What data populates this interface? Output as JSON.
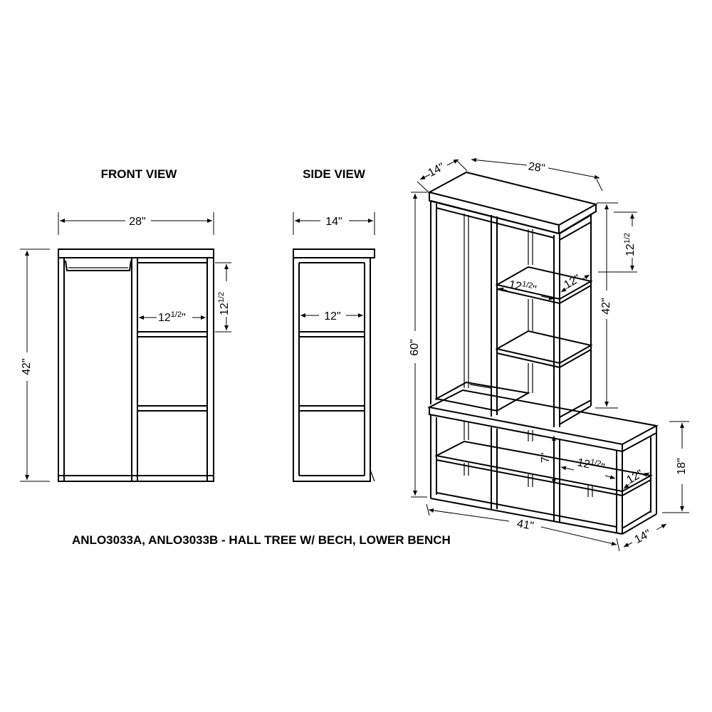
{
  "views": {
    "front": {
      "title": "FRONT VIEW",
      "width": "28\"",
      "height": "42\"",
      "shelf_width": "12",
      "shelf_height": "12",
      "fraction": "1/2",
      "inch": "\""
    },
    "side": {
      "title": "SIDE VIEW",
      "width": "14\"",
      "inner_depth": "12\""
    },
    "iso": {
      "top_depth": "14\"",
      "top_width": "28\"",
      "total_height": "60\"",
      "upper_height": "42\"",
      "upper_shelf_height": "12",
      "upper_shelf_width": "12",
      "upper_shelf_depth": "12\"",
      "bench_width": "41\"",
      "bench_depth": "14\"",
      "bench_height": "18\"",
      "lower_gap": "7\"",
      "lower_shelf_width": "12",
      "lower_shelf_depth": "12\"",
      "fraction": "1/2",
      "inch": "\""
    }
  },
  "caption": "ANLO3033A, ANLO3033B - HALL TREE W/ BECH, LOWER BENCH"
}
